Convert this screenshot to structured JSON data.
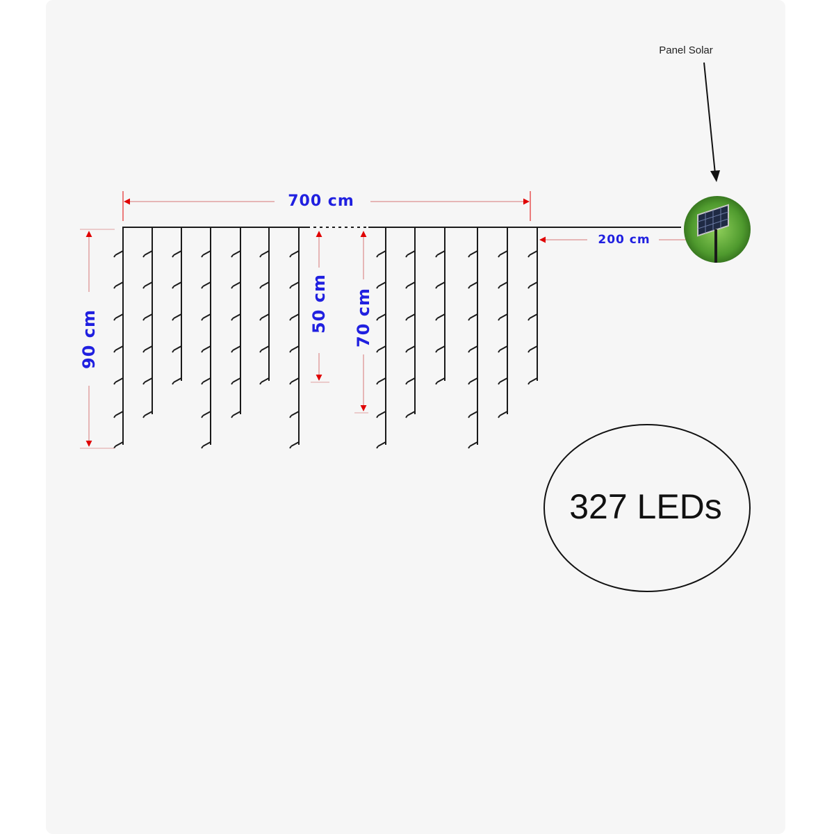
{
  "labels": {
    "width": "700 cm",
    "cable": "200 cm",
    "height_long": "90 cm",
    "height_short": "50 cm",
    "height_mid": "70 cm",
    "solar_panel": "Panel Solar",
    "led_count": "327 LEDs"
  },
  "colors": {
    "dimension_text": "#2020e0",
    "arrow": "#e00000",
    "wire": "#1a1a1a",
    "led": "#1a1a1a",
    "panel_bg": "#f6f6f6"
  },
  "strand_lengths": [
    "long",
    "mid",
    "short",
    "long",
    "mid",
    "short",
    "long",
    "long",
    "mid",
    "short",
    "long",
    "mid",
    "short"
  ]
}
